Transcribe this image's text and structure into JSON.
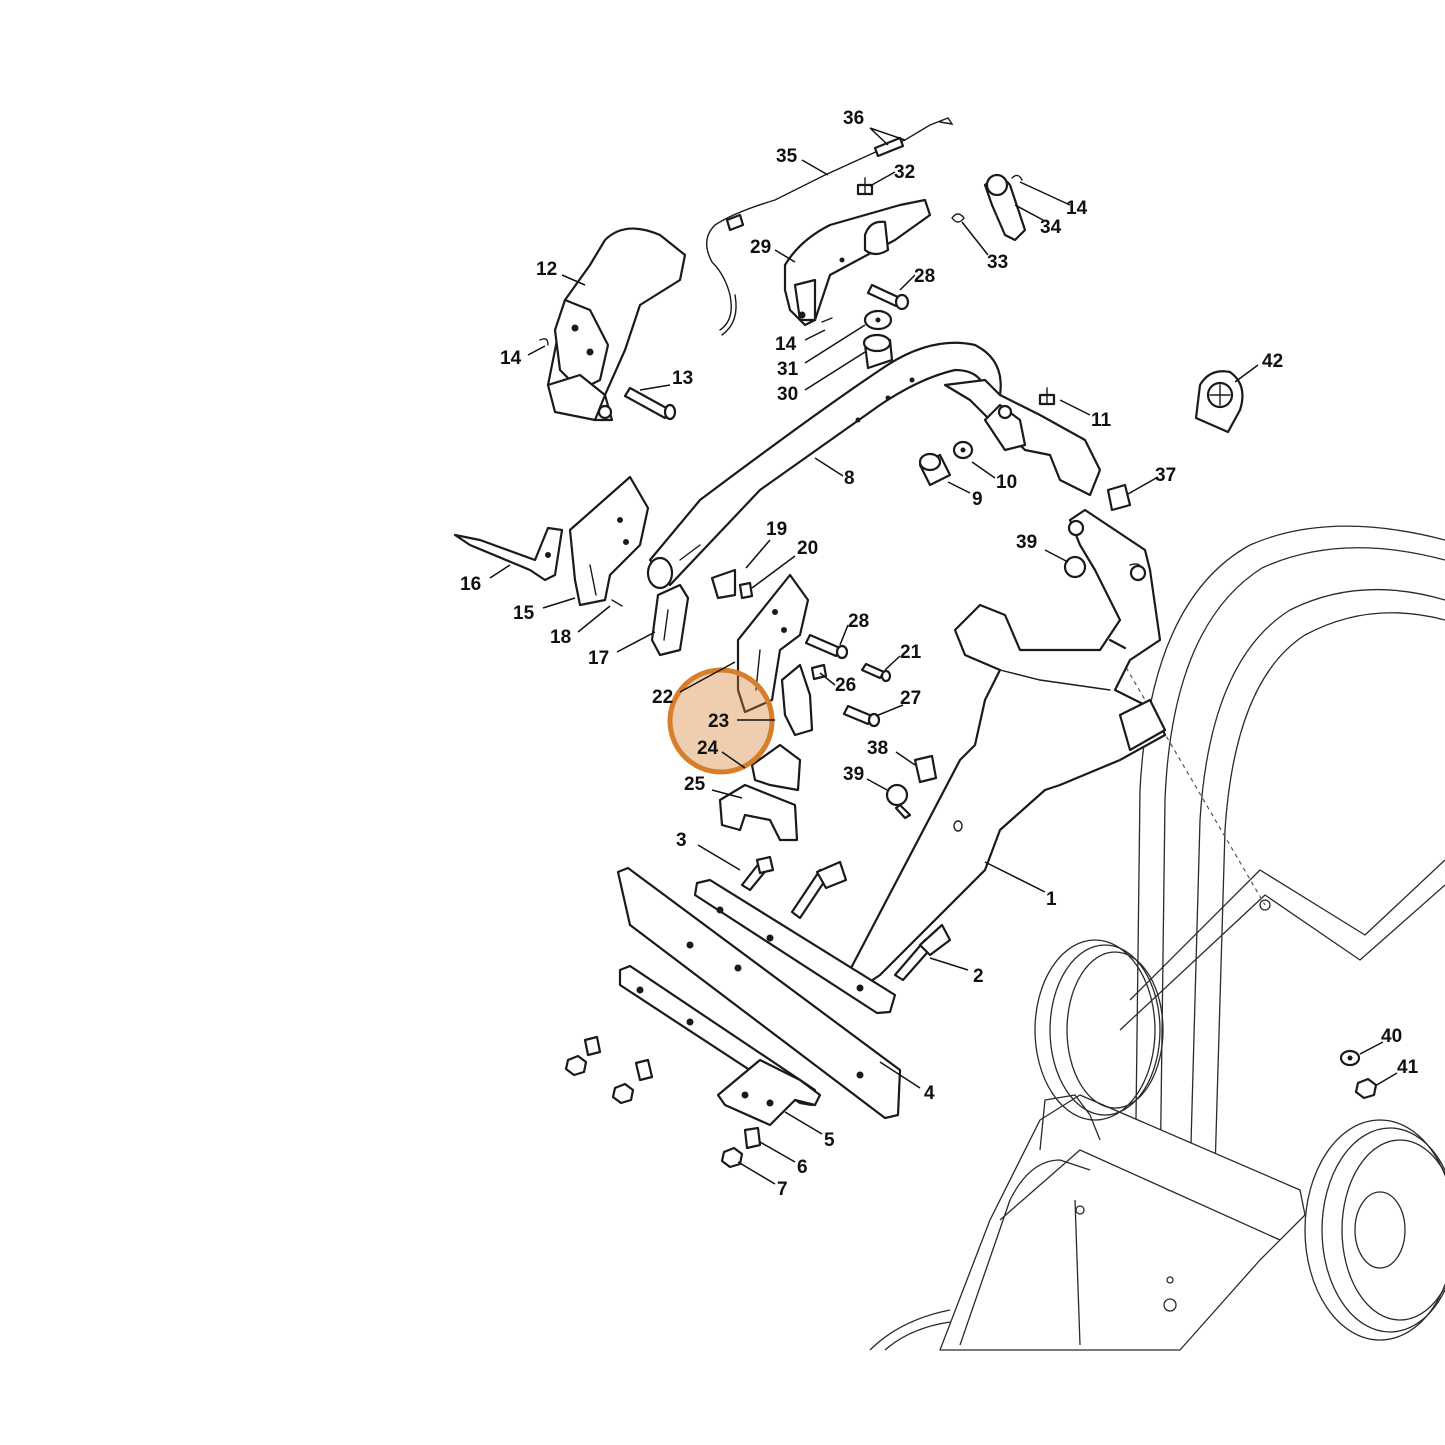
{
  "diagram": {
    "highlight_color": "#d67e2c",
    "callouts": {
      "c1": "1",
      "c2": "2",
      "c3": "3",
      "c4": "4",
      "c5": "5",
      "c6": "6",
      "c7": "7",
      "c8": "8",
      "c9": "9",
      "c10": "10",
      "c11": "11",
      "c12": "12",
      "c13": "13",
      "c14a": "14",
      "c14b": "14",
      "c14c": "14",
      "c15": "15",
      "c16": "16",
      "c17": "17",
      "c18": "18",
      "c19": "19",
      "c20": "20",
      "c21": "21",
      "c22": "22",
      "c23": "23",
      "c24": "24",
      "c25": "25",
      "c26": "26",
      "c27": "27",
      "c28a": "28",
      "c28b": "28",
      "c29": "29",
      "c30": "30",
      "c31": "31",
      "c32": "32",
      "c33": "33",
      "c34": "34",
      "c35": "35",
      "c36": "36",
      "c37": "37",
      "c38": "38",
      "c39a": "39",
      "c39b": "39",
      "c40": "40",
      "c41": "41",
      "c42": "42"
    }
  }
}
